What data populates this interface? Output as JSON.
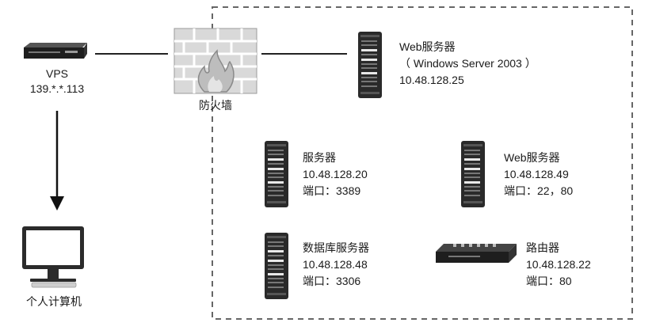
{
  "vps": {
    "name": "VPS",
    "ip": "139.*.*.113"
  },
  "firewall": {
    "label": "防火墙"
  },
  "pc": {
    "label": "个人计算机"
  },
  "web_server_main": {
    "name": "Web服务器",
    "os": "（ Windows Server 2003 ）",
    "ip": "10.48.128.25"
  },
  "server": {
    "name": "服务器",
    "ip": "10.48.128.20",
    "port": "端口：3389"
  },
  "web_server_2": {
    "name": "Web服务器",
    "ip": "10.48.128.49",
    "port": "端口：22，80"
  },
  "db_server": {
    "name": "数据库服务器",
    "ip": "10.48.128.48",
    "port": "端口：3306"
  },
  "router": {
    "name": "路由器",
    "ip": "10.48.128.22",
    "port": "端口：80"
  },
  "icons": [
    "vps-device-icon",
    "firewall-icon",
    "server-tower-icon",
    "computer-monitor-icon",
    "router-icon"
  ]
}
